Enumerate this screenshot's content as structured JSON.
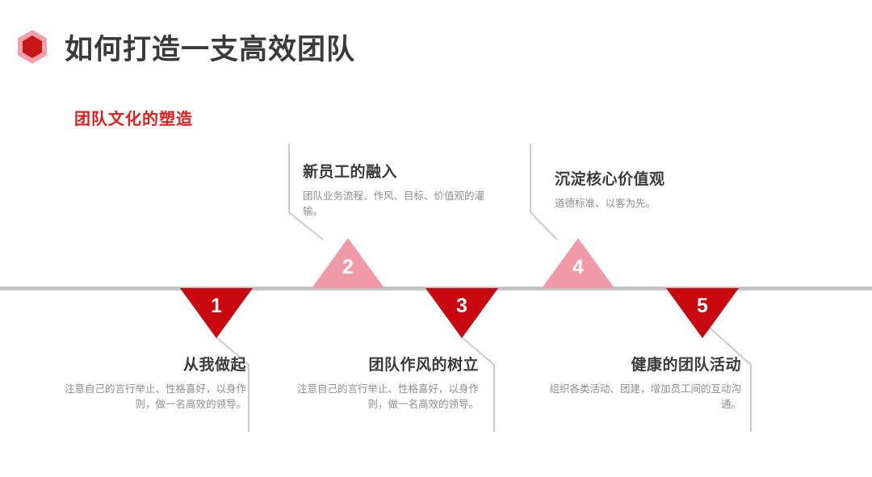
{
  "slide": {
    "title": "如何打造一支高效团队",
    "section_title": "团队文化的塑造",
    "logo_icon": "hexagon-icon",
    "colors": {
      "brand_red": "#c8070f",
      "accent_pink": "#f09aa8",
      "section_red": "#e01b1b",
      "axis_gray": "#c4c4c4",
      "title_gray": "#3a3a3a",
      "body_gray": "#8e8e8e"
    }
  },
  "timeline": {
    "markers": [
      {
        "number": "1",
        "direction": "down",
        "color": "#c8070f"
      },
      {
        "number": "2",
        "direction": "up",
        "color": "#f09aa8"
      },
      {
        "number": "3",
        "direction": "down",
        "color": "#c8070f"
      },
      {
        "number": "4",
        "direction": "up",
        "color": "#f09aa8"
      },
      {
        "number": "5",
        "direction": "down",
        "color": "#c8070f"
      }
    ],
    "items": [
      {
        "number": "1",
        "position": "bottom",
        "title": "从我做起",
        "body": "注意自己的言行举止、性格喜好，以身作则，做一名高效的领导。"
      },
      {
        "number": "2",
        "position": "top",
        "title": "新员工的融入",
        "body": "团队业务流程、作风、目标、价值观的灌输。"
      },
      {
        "number": "3",
        "position": "bottom",
        "title": "团队作风的树立",
        "body": "注意自己的言行举止、性格喜好，以身作则，做一名高效的领导。"
      },
      {
        "number": "4",
        "position": "top",
        "title": "沉淀核心价值观",
        "body": "道德标准、以客为先。"
      },
      {
        "number": "5",
        "position": "bottom",
        "title": "健康的团队活动",
        "body": "组织各类活动、团建，增加员工间的互动沟通。"
      }
    ]
  }
}
